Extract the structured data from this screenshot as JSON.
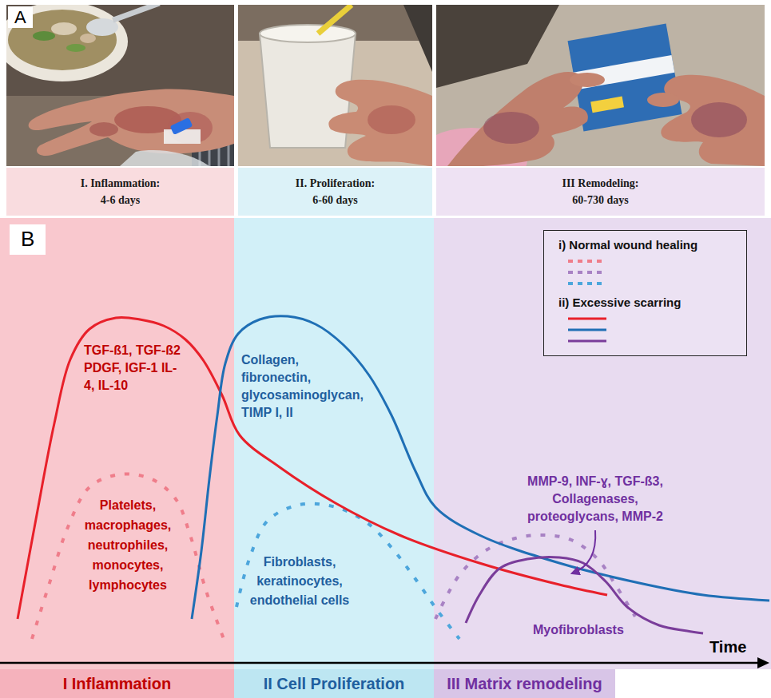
{
  "diagram": {
    "nodes": [
      {
        "text": [
          "I. Inflammation: 4-6 days"
        ]
      },
      {
        "text": [
          "II. Proliferation: 6-60 days"
        ]
      },
      {
        "text": [
          "III Remodeling: 60-730 days"
        ]
      },
      {
        "text": [
          "TGF-ß1, TGF-ß2 PDGF, IGF-1 IL-4, IL-10",
          "Platelets, macrophages, neutrophiles, monocytes, lymphocytes"
        ]
      },
      {
        "text": [
          "I Inflammation"
        ],
        "in": 3
      },
      {
        "text": [
          "Collagen, fibronectin, glycosaminoglycan, TIMP I, II",
          "Fibroblasts, keratinocytes, endothelial cells"
        ]
      },
      {
        "text": [
          "II Cell Proliferation"
        ],
        "in": 5
      },
      {
        "text": [
          "MMP-9, INF-ɣ, TGF-ß3, Collagenases, proteoglycans, MMP-2",
          "Myofibroblasts"
        ]
      },
      {
        "text": [
          "III Matrix remodeling"
        ],
        "in": 7
      }
    ],
    "labels": [
      "A",
      "B",
      "Time"
    ],
    "legend": [
      {
        "text": "i) Normal wound healing"
      },
      {
        "text": "ii) Excessive scarring"
      }
    ]
  }
}
